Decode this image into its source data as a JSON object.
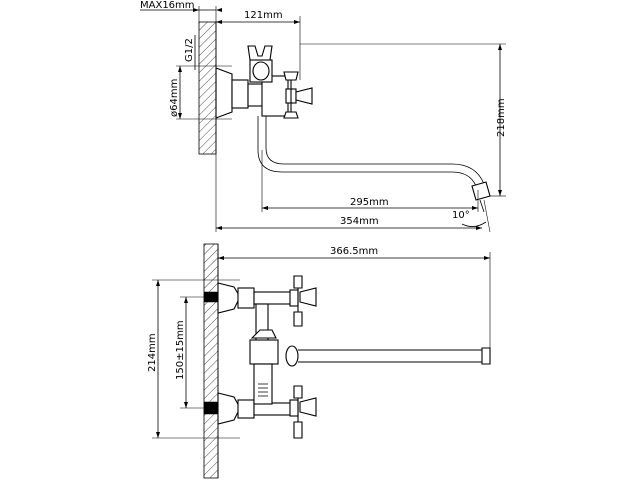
{
  "drawing": {
    "top_view": {
      "dimensions": {
        "max_wall": "MAX16mm",
        "offset": "121mm",
        "thread": "G1/2",
        "diameter": "ø64mm",
        "height": "218mm",
        "spout_reach": "295mm",
        "total_reach": "354mm",
        "angle": "10°"
      }
    },
    "front_view": {
      "dimensions": {
        "total_length": "366.5mm",
        "total_height": "214mm",
        "center_distance": "150±15mm"
      }
    }
  }
}
